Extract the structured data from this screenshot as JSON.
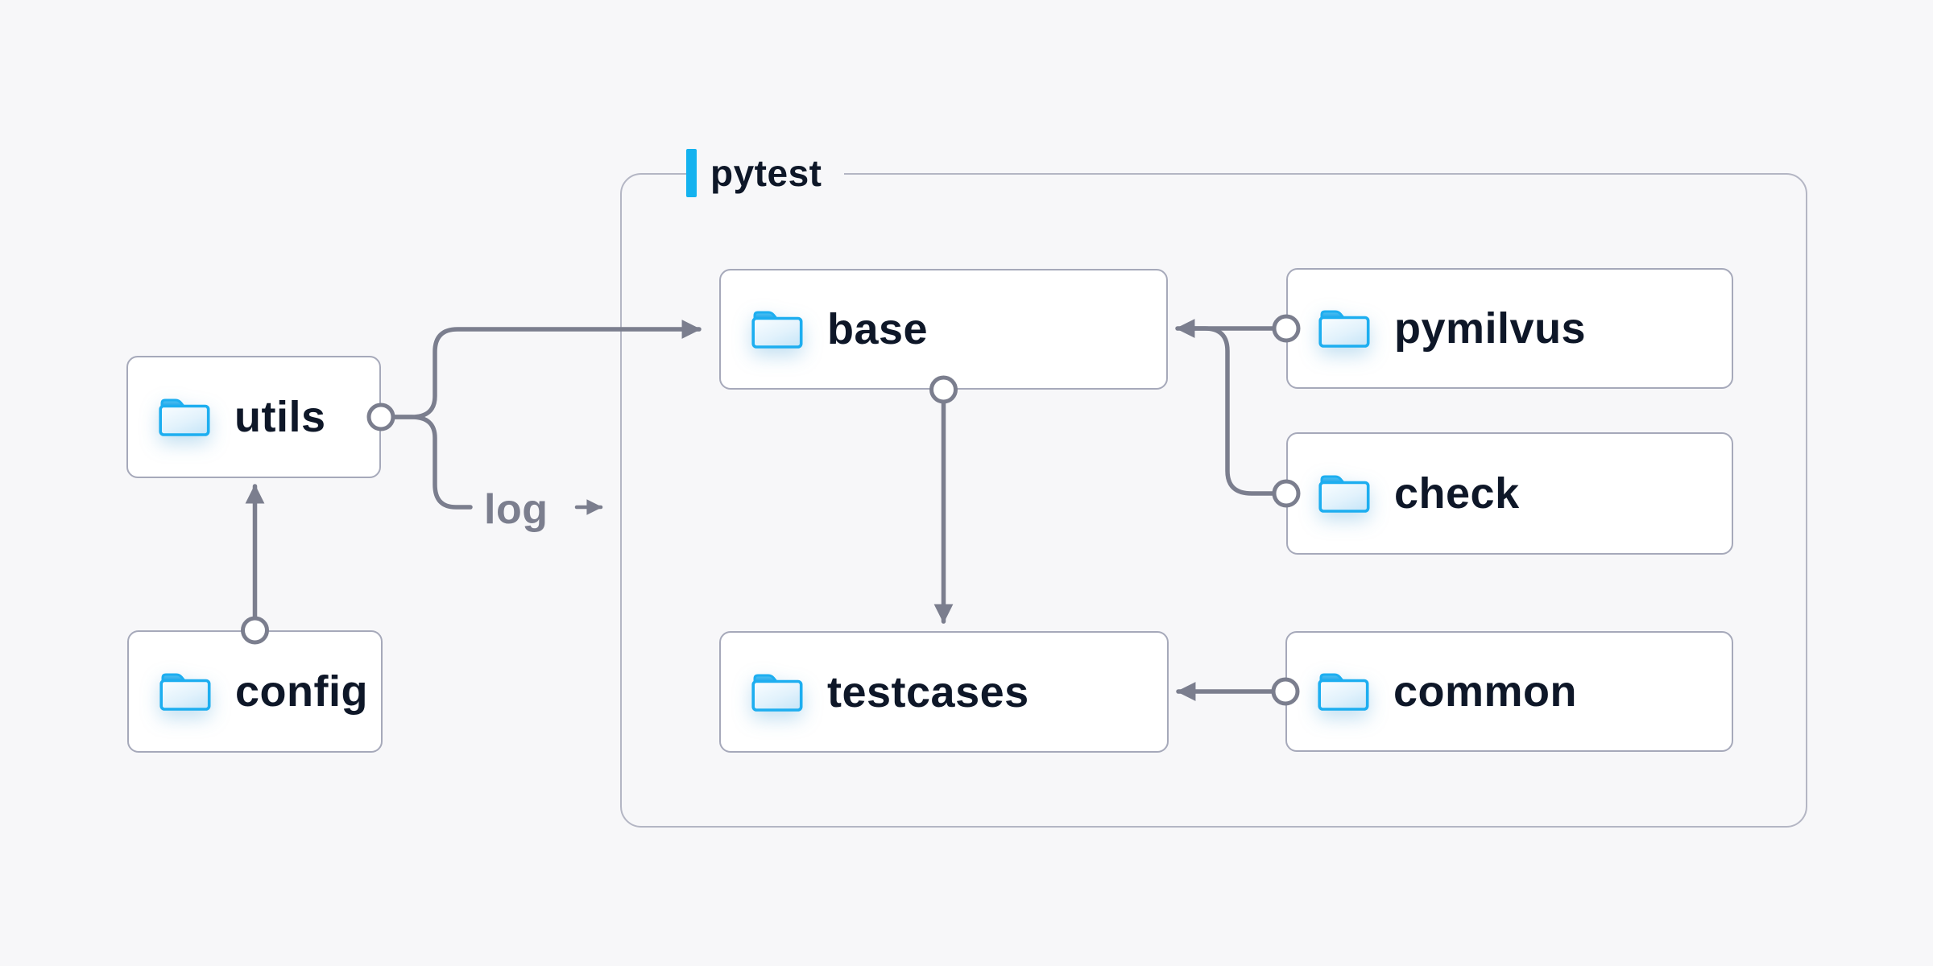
{
  "diagram": {
    "type": "folder-dependency-diagram",
    "container": {
      "label": "pytest",
      "accent_color": "#14b2ef"
    },
    "nodes": {
      "utils": {
        "label": "utils",
        "icon": "folder-icon"
      },
      "config": {
        "label": "config",
        "icon": "folder-icon"
      },
      "base": {
        "label": "base",
        "icon": "folder-icon"
      },
      "testcases": {
        "label": "testcases",
        "icon": "folder-icon"
      },
      "pymilvus": {
        "label": "pymilvus",
        "icon": "folder-icon"
      },
      "check": {
        "label": "check",
        "icon": "folder-icon"
      },
      "common": {
        "label": "common",
        "icon": "folder-icon"
      }
    },
    "edges": {
      "log_label": "log",
      "list": [
        {
          "from": "utils",
          "to": "base"
        },
        {
          "from": "utils",
          "to": "log",
          "note": "branch toward pytest container"
        },
        {
          "from": "config",
          "to": "utils"
        },
        {
          "from": "pymilvus",
          "to": "base"
        },
        {
          "from": "check",
          "to": "base"
        },
        {
          "from": "base",
          "to": "testcases"
        },
        {
          "from": "common",
          "to": "testcases"
        }
      ]
    },
    "colors": {
      "background": "#f7f7f9",
      "node_background": "#ffffff",
      "node_border": "#a6a9ba",
      "container_border": "#b4b6c4",
      "line_gray": "#7b7e8e",
      "text_dark": "#0e1728",
      "text_gray": "#7b7e8e",
      "accent_blue": "#14b2ef",
      "folder_outline": "#1daef0",
      "folder_tab": "#1693dd",
      "folder_body_light": "#f6fbff",
      "folder_body_dark": "#c8e6f8"
    }
  }
}
